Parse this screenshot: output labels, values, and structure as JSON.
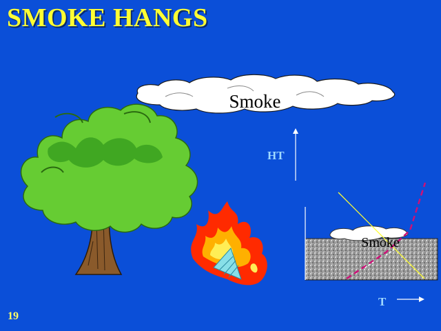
{
  "slide": {
    "title": "SMOKE HANGS",
    "number": "19"
  },
  "cloud": {
    "label": "Smoke"
  },
  "diagram": {
    "y_axis_label": "HT",
    "x_axis_label": "T",
    "smoke_label": "Smoke"
  },
  "colors": {
    "background": "#0b4fd8",
    "title": "#ffff33",
    "axis_label": "#9fd8ff",
    "lapse_line": "#ffff33",
    "temp_line": "#cc1177"
  },
  "icons": [
    "tree-icon",
    "fire-icon",
    "cloud-icon"
  ]
}
